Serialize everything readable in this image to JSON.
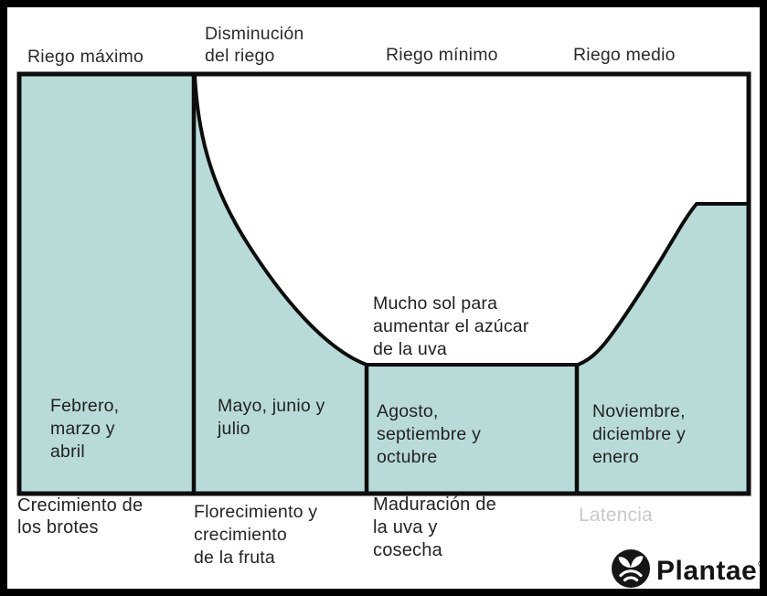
{
  "colors": {
    "fill": "#b8dbd9",
    "line": "#0d0d0d",
    "muted_text": "#c9c9c9"
  },
  "phases": [
    {
      "irrigation": "Riego máximo",
      "months": "Febrero,\nmarzo y\nabril",
      "stage": "Crecimiento de\nlos brotes"
    },
    {
      "irrigation": "Disminución\ndel riego",
      "months": "Mayo, junio y\njulio",
      "stage": "Florecimiento y\ncrecimiento\nde la fruta"
    },
    {
      "irrigation": "Riego mínimo",
      "months": "Agosto,\nseptiembre y\noctubre",
      "stage": "Maduración de\nla uva y\ncosecha"
    },
    {
      "irrigation": "Riego medio",
      "months": "Noviembre,\ndiciembre y\nenero",
      "stage": "Latencia"
    }
  ],
  "annotation": "Mucho sol para\naumentar el azúcar\nde la uva",
  "logo": {
    "text": "Plantae",
    "mark": "®"
  }
}
